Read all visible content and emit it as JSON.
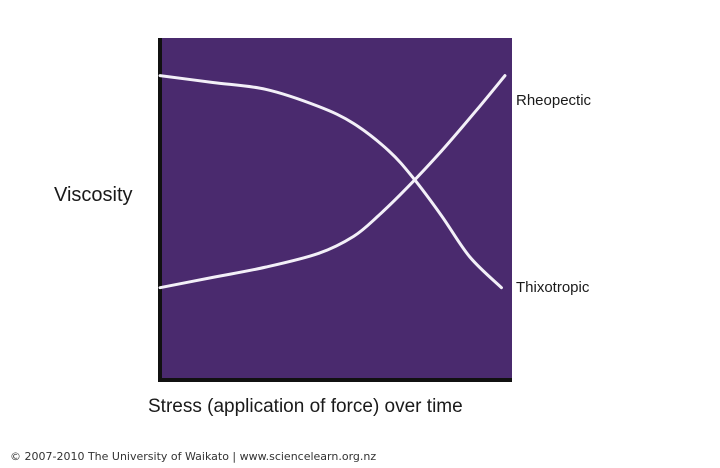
{
  "chart_data": {
    "type": "line",
    "title": "",
    "xlabel": "Stress (application of force) over time",
    "ylabel": "Viscosity",
    "xlim": [
      0,
      1
    ],
    "ylim": [
      0,
      1
    ],
    "grid": false,
    "plot_background": "#4a2a6e",
    "line_color": "#f3f0f8",
    "series": [
      {
        "name": "Rheopectic",
        "x": [
          0,
          0.15,
          0.3,
          0.45,
          0.55,
          0.62,
          0.7,
          0.8,
          0.9,
          0.98
        ],
        "y": [
          0.27,
          0.3,
          0.33,
          0.37,
          0.42,
          0.48,
          0.56,
          0.67,
          0.79,
          0.89
        ]
      },
      {
        "name": "Thixotropic",
        "x": [
          0,
          0.15,
          0.3,
          0.45,
          0.55,
          0.65,
          0.72,
          0.8,
          0.88,
          0.97
        ],
        "y": [
          0.89,
          0.87,
          0.85,
          0.8,
          0.75,
          0.67,
          0.59,
          0.48,
          0.36,
          0.27
        ]
      }
    ]
  },
  "copyright": "© 2007-2010 The University of Waikato | www.sciencelearn.org.nz"
}
